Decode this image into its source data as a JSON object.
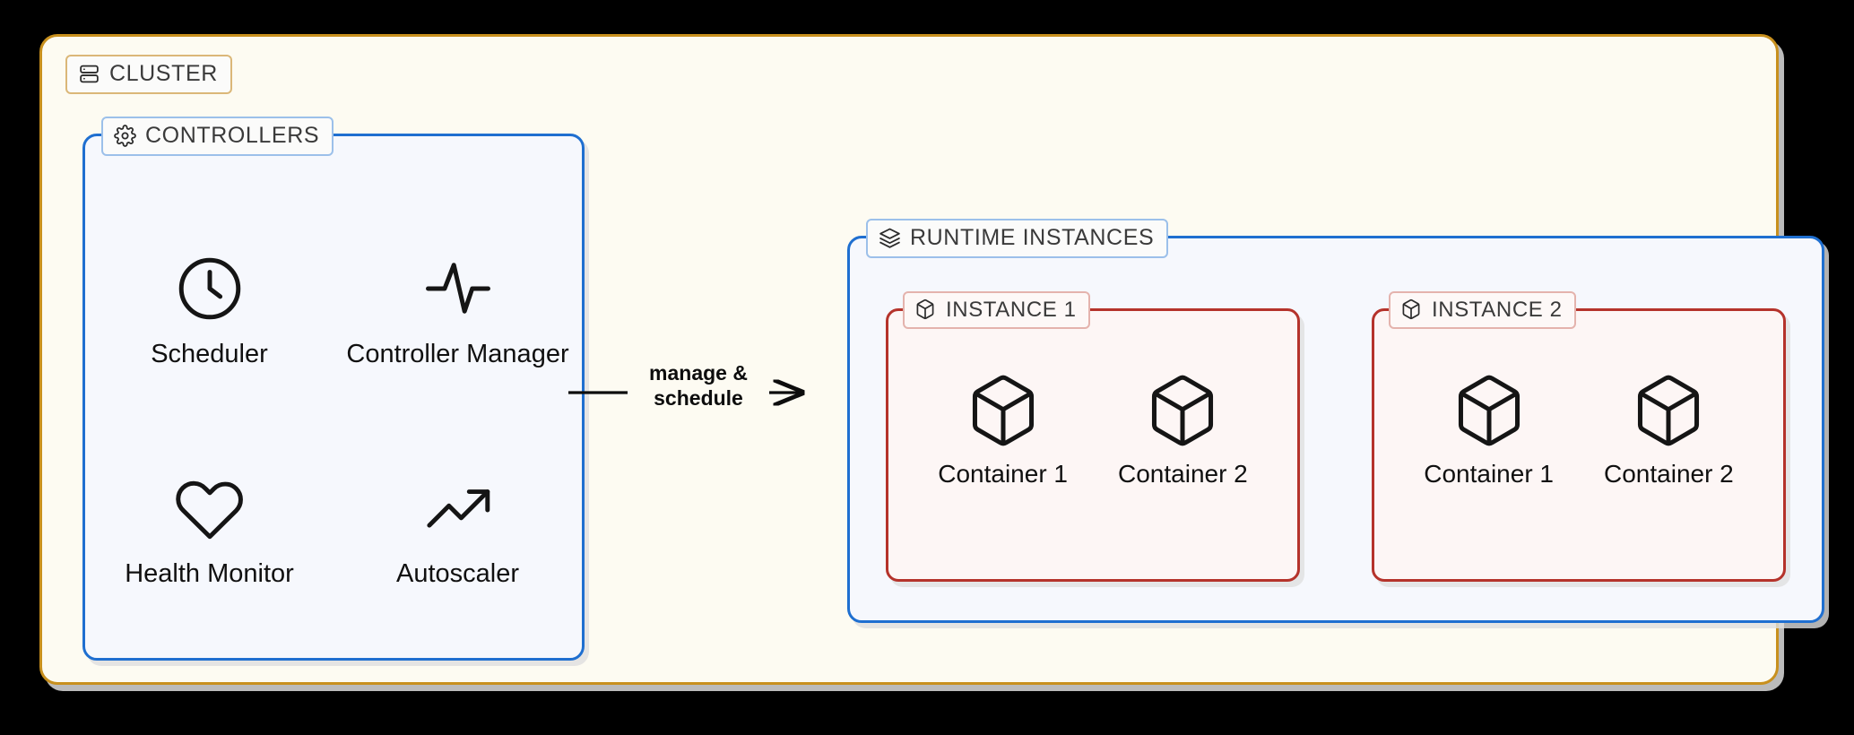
{
  "cluster": {
    "label": "CLUSTER",
    "icon": "server-rack-icon",
    "border_color": "#c8901e",
    "fill_color": "#fdfbf2"
  },
  "controllers": {
    "label": "CONTROLLERS",
    "icon": "gear-icon",
    "border_color": "#1f6fd0",
    "fill_color": "#f6f8fd",
    "items": [
      {
        "label": "Scheduler",
        "icon": "clock-icon"
      },
      {
        "label": "Controller Manager",
        "icon": "activity-pulse-icon"
      },
      {
        "label": "Health Monitor",
        "icon": "heart-icon"
      },
      {
        "label": "Autoscaler",
        "icon": "trending-up-icon"
      }
    ]
  },
  "edge": {
    "caption_line1": "manage &",
    "caption_line2": "schedule",
    "from": "CONTROLLERS",
    "to": "RUNTIME INSTANCES",
    "arrow": "right-arrow-icon"
  },
  "runtime": {
    "label": "RUNTIME INSTANCES",
    "icon": "layers-icon",
    "border_color": "#1f6fd0",
    "fill_color": "#f6f8fd",
    "instances": [
      {
        "label": "INSTANCE 1",
        "icon": "package-icon",
        "border_color": "#b5332b",
        "fill_color": "#fdf6f5",
        "containers": [
          {
            "label": "Container 1",
            "icon": "cube-icon"
          },
          {
            "label": "Container 2",
            "icon": "cube-icon"
          }
        ]
      },
      {
        "label": "INSTANCE 2",
        "icon": "package-icon",
        "border_color": "#b5332b",
        "fill_color": "#fdf6f5",
        "containers": [
          {
            "label": "Container 1",
            "icon": "cube-icon"
          },
          {
            "label": "Container 2",
            "icon": "cube-icon"
          }
        ]
      }
    ]
  },
  "background_color": "#000000"
}
